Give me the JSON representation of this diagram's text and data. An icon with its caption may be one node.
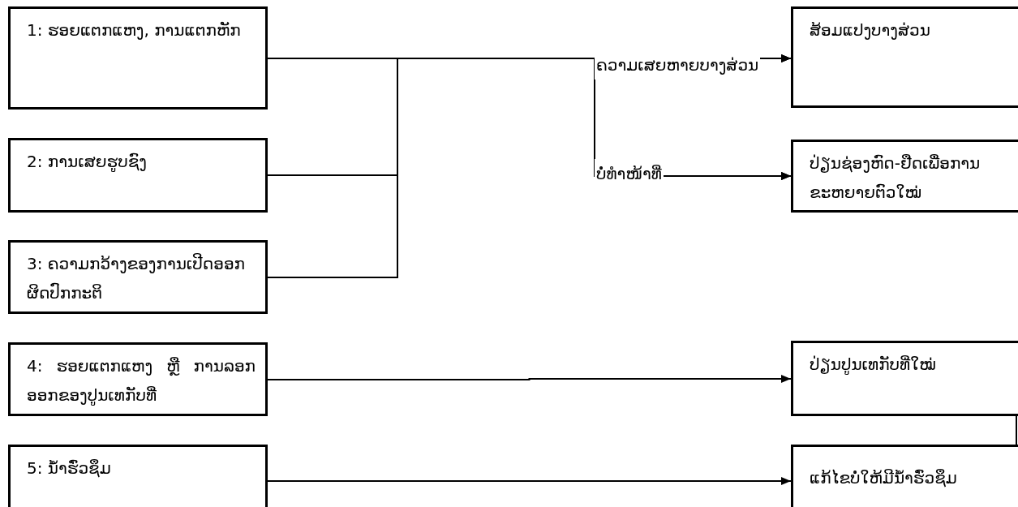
{
  "diagram": {
    "nodes": [
      {
        "text": [
          "1: ຮອຍແຕກແຫງ, ການແຕກຫັກ"
        ]
      },
      {
        "text": [
          "2: ການເສຍຮູບຊົງ"
        ]
      },
      {
        "text": [
          "3: ຄວາມກວ້າງຂອງການເປີດອອກຜິດປົກກະຕິ"
        ]
      },
      {
        "text": [
          "4: ຮອຍແຕກແຫງ ຫຼື ການລອກອອກຂອງປູນເທກັບທີ່"
        ]
      },
      {
        "text": [
          "5: ນ້ຳຮົ່ວຊຶມ"
        ]
      },
      {
        "text": [
          "ສ້ອມແປງບາງສ່ວນ"
        ]
      },
      {
        "text": [
          "ປ່ຽນຊ່ອງຫົດ-ຢືດເພື່ອການຂະຫຍາຍຕົວໃໝ່"
        ]
      },
      {
        "text": [
          "ປ່ຽນປູນເທກັບທີ່ໃໝ່"
        ]
      },
      {
        "text": [
          "ແກ້ໄຂບໍ່ໃຫ້ມີນ້ຳຮົ່ວຊຶມ"
        ]
      }
    ],
    "edges": [
      {
        "from": 0,
        "to": 5,
        "arrow": "to",
        "label": "ຄວາມເສຍຫາຍບາງສ່ວນ"
      },
      {
        "from": 1,
        "to": 5,
        "arrow": "to"
      },
      {
        "from": 2,
        "to": 5,
        "arrow": "to"
      },
      {
        "from": 0,
        "to": 6,
        "arrow": "to",
        "label": "ບໍ່ທຳໜ້າທີ່"
      },
      {
        "from": 1,
        "to": 6,
        "arrow": "to"
      },
      {
        "from": 2,
        "to": 6,
        "arrow": "to"
      },
      {
        "from": 3,
        "to": 7,
        "arrow": "to"
      },
      {
        "from": 4,
        "to": 8,
        "arrow": "to"
      }
    ]
  }
}
